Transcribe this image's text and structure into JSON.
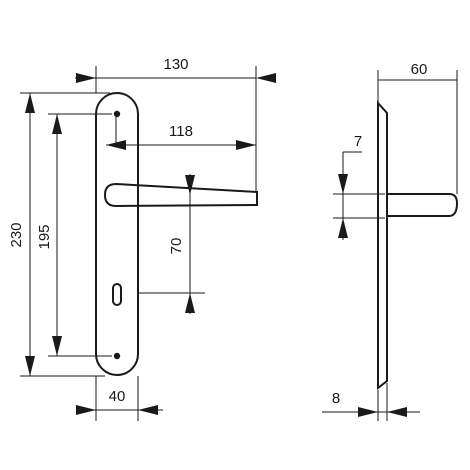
{
  "drawing": {
    "front_view": {
      "width_label": "130",
      "lever_reach_label": "118",
      "height_label": "230",
      "hole_spacing_label": "195",
      "spindle_to_keyhole_label": "70",
      "plate_width_label": "40"
    },
    "side_view": {
      "projection_label": "60",
      "lever_thickness_label": "7",
      "plate_thickness_label": "8"
    },
    "colors": {
      "stroke": "#1a1a1a",
      "background": "#ffffff"
    }
  }
}
